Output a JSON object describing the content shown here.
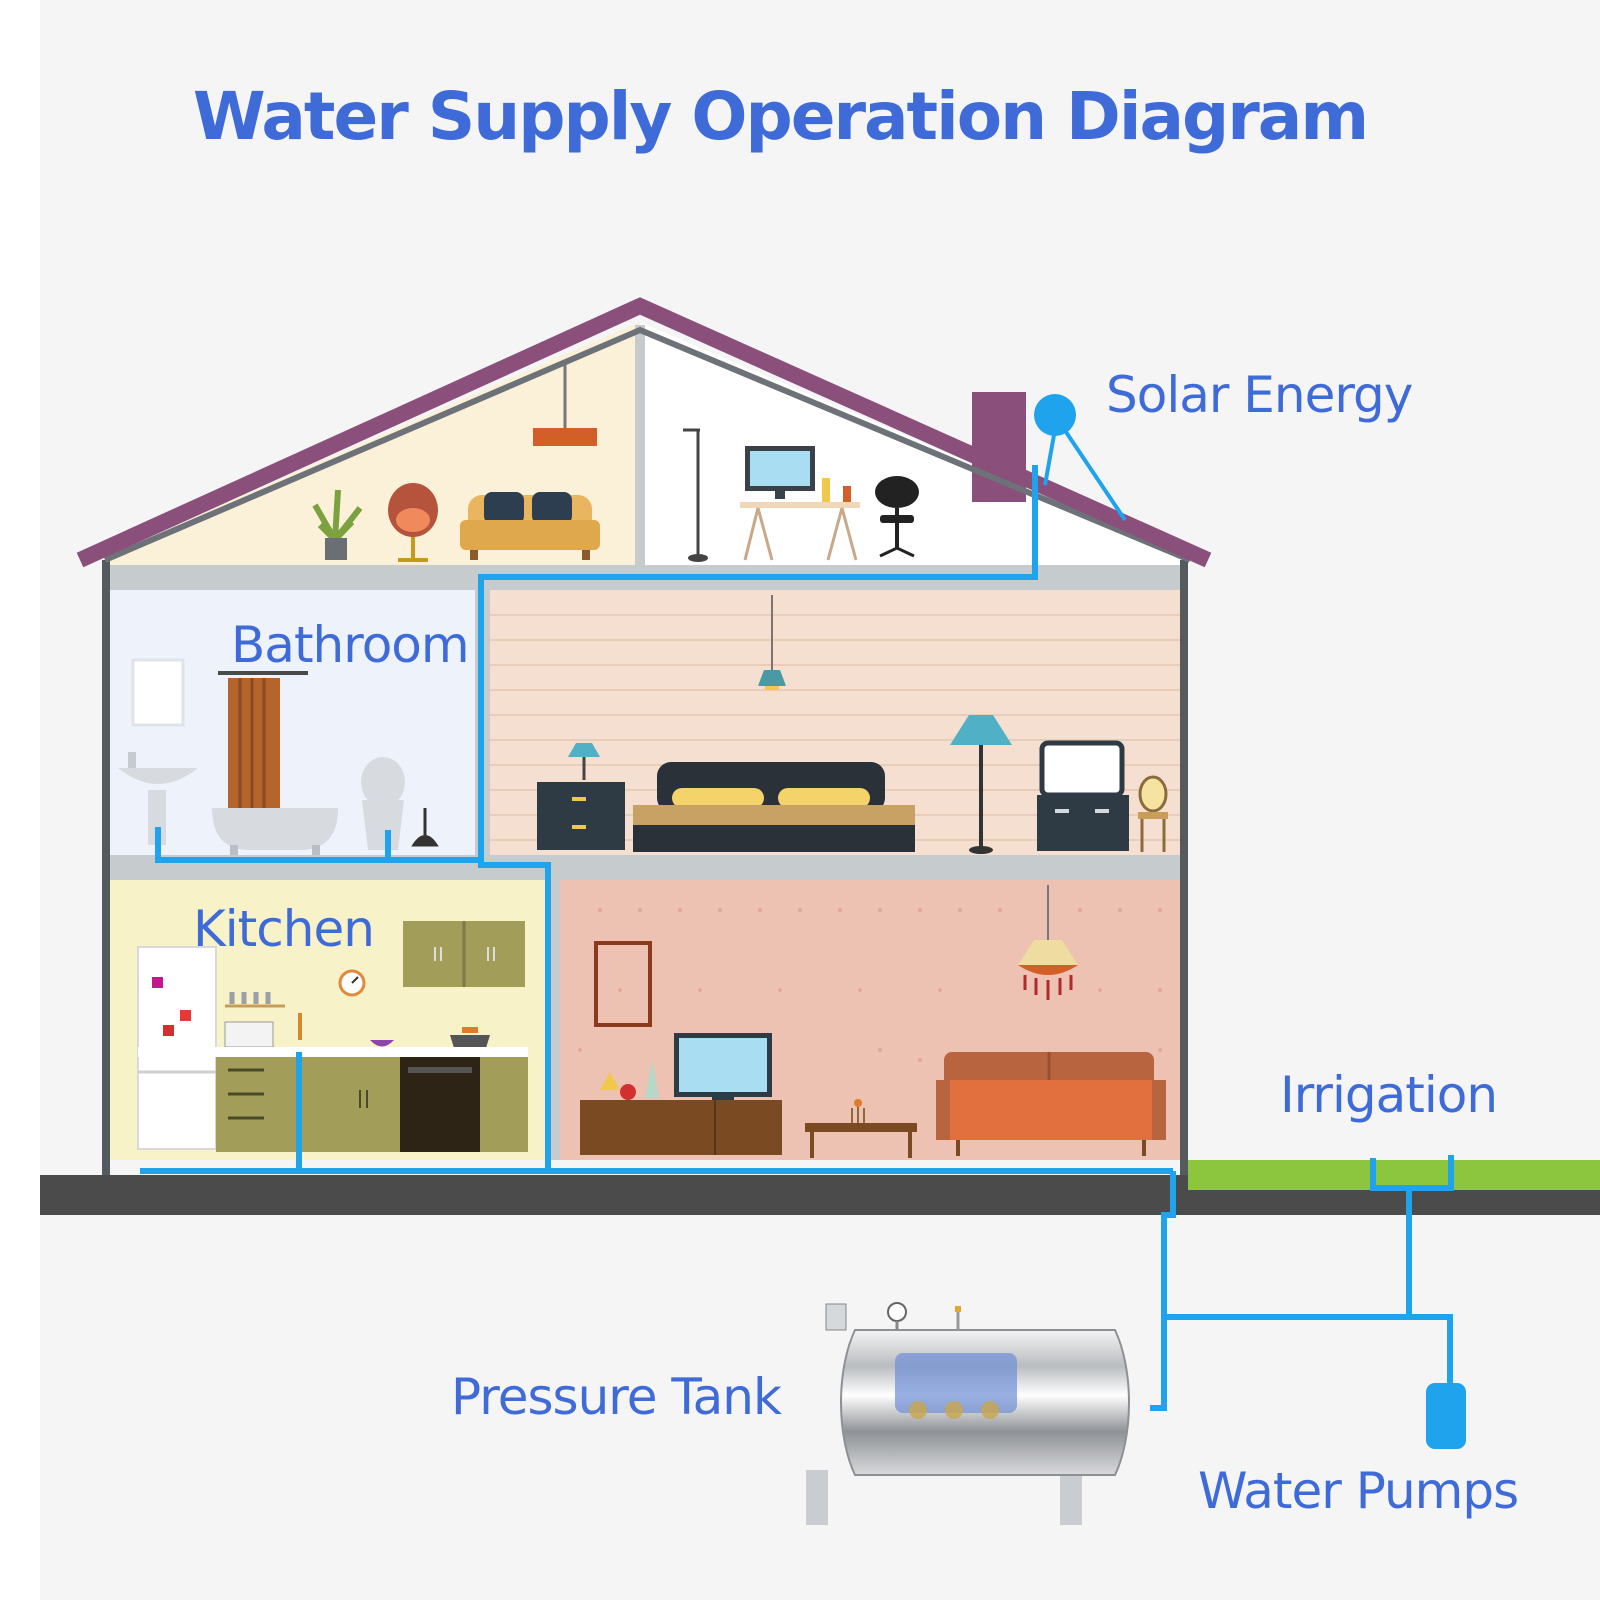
{
  "title": "Water Supply Operation Diagram",
  "labels": {
    "solar": "Solar Energy",
    "bathroom": "Bathroom",
    "kitchen": "Kitchen",
    "irrigation": "Irrigation",
    "pressure_tank": "Pressure Tank",
    "water_pumps": "Water Pumps"
  },
  "colors": {
    "title": "#3f6bd8",
    "label": "#3f6bd8",
    "pipe": "#1ea3ec",
    "roof": "#8a4f7a",
    "ground": "#4b4b4b",
    "grass": "#8cc63f",
    "background": "#f5f5f5",
    "attic_left": "#fbf0d8",
    "attic_right": "#ffffff",
    "bathroom_wall": "#eef3fb",
    "bedroom_wall": "#f5dfd0",
    "kitchen_wall": "#f8f2c8",
    "living_wall": "#eec2b2",
    "floor_slab": "#c6cbce"
  },
  "icons": {
    "solar": "solar-heater-icon",
    "tank": "pressure-tank-icon",
    "pump": "water-pump-icon"
  }
}
